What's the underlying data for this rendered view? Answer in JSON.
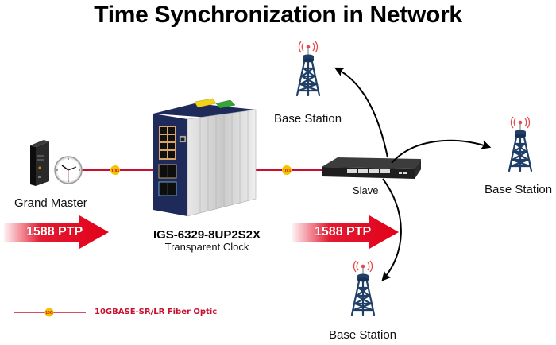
{
  "title": "Time Synchronization in Network",
  "nodes": {
    "grand_master": {
      "label": "Grand Master",
      "icon": "server-with-clock-icon"
    },
    "transparent_clock": {
      "model": "IGS-6329-8UP2S2X",
      "role": "Transparent Clock",
      "icon": "industrial-switch-icon"
    },
    "slave": {
      "label": "Slave",
      "icon": "rack-switch-icon"
    },
    "base_stations": [
      {
        "label": "Base Station",
        "icon": "cell-tower-icon"
      },
      {
        "label": "Base Station",
        "icon": "cell-tower-icon"
      },
      {
        "label": "Base Station",
        "icon": "cell-tower-icon"
      }
    ]
  },
  "links": {
    "badge_text": "10G",
    "legend_badge_text": "10G"
  },
  "arrows": [
    {
      "label": "1588 PTP"
    },
    {
      "label": "1588 PTP"
    }
  ],
  "legend": {
    "label": "10GBASE-SR/LR Fiber Optic"
  },
  "colors": {
    "fiber_line": "#c8102e",
    "badge": "#f5c400",
    "arrow": "#e2001a",
    "tower": "#1f3f66",
    "signal": "#e24a4a",
    "switch_body": "#1e2a5a"
  }
}
